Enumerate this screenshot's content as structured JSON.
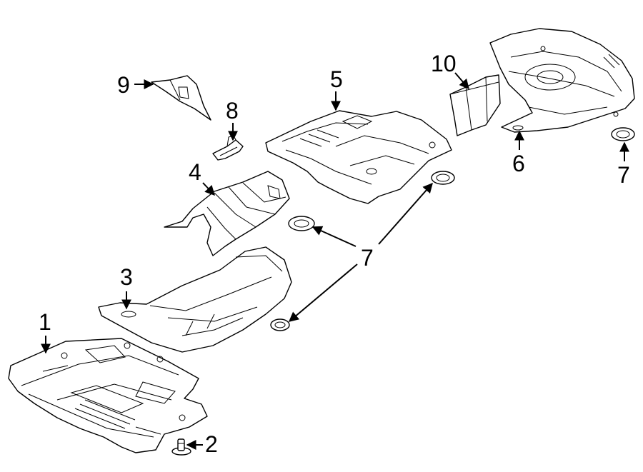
{
  "callouts": {
    "c1": "1",
    "c2": "2",
    "c3": "3",
    "c4": "4",
    "c5": "5",
    "c6": "6",
    "c7_center": "7",
    "c7_right": "7",
    "c8": "8",
    "c9": "9",
    "c10": "10"
  }
}
